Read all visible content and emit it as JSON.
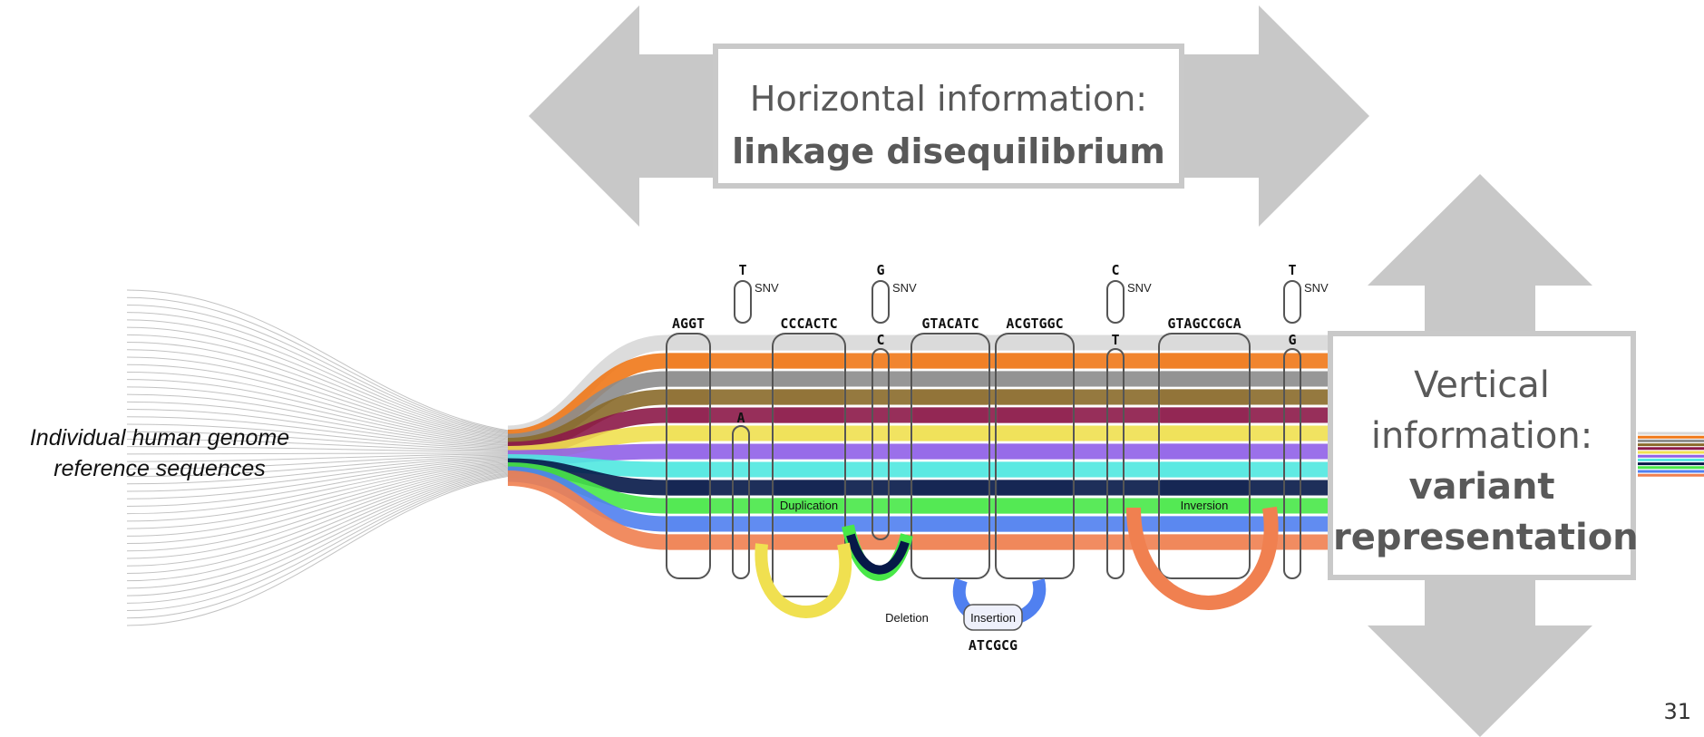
{
  "horizontal": {
    "line1": "Horizontal information:",
    "line2": "linkage disequilibrium"
  },
  "vertical": {
    "line1": "Vertical",
    "line2": "information:",
    "line3": "variant",
    "line4": "representation"
  },
  "left_label": {
    "line1": "Individual human genome",
    "line2": "reference sequences"
  },
  "page_number": "31",
  "graph": {
    "nodes": [
      "AGGT",
      "CCCACTC",
      "GTACATC",
      "ACGTGGC",
      "GTAGCCGCA"
    ],
    "snvs": [
      {
        "top": "T",
        "bottom": "A",
        "label": "SNV"
      },
      {
        "top": "G",
        "bottom": "C",
        "label": "SNV"
      },
      {
        "top": "C",
        "bottom": "T",
        "label": "SNV"
      },
      {
        "top": "T",
        "bottom": "G",
        "label": "SNV"
      }
    ],
    "events": {
      "duplication": "Duplication",
      "deletion": "Deletion",
      "insertion": "Insertion",
      "insertion_seq": "ATCGCG",
      "inversion": "Inversion"
    }
  },
  "colors": {
    "arrow": "#c8c8c8",
    "haplotypes": [
      "#d8d8d8",
      "#f07818",
      "#8c8c8c",
      "#8a6a2a",
      "#8c1848",
      "#f0e050",
      "#9060e8",
      "#50e8e0",
      "#061848",
      "#48e848",
      "#5080f0",
      "#f08050"
    ]
  }
}
